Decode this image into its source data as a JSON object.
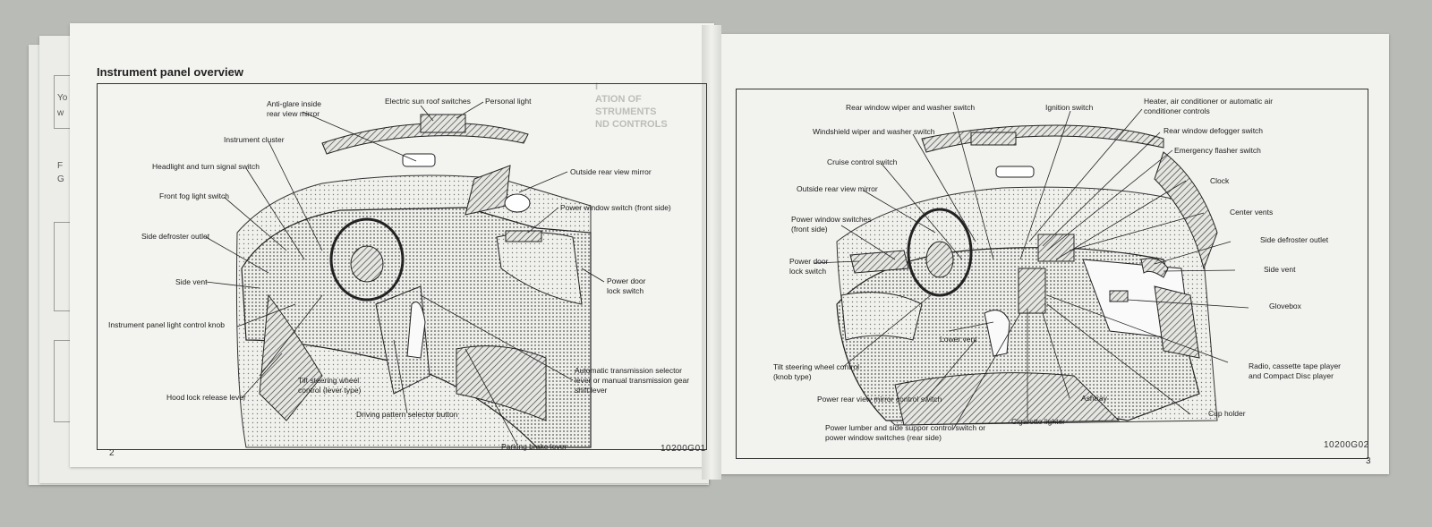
{
  "left_page": {
    "title": "Instrument panel overview",
    "page_number": "2",
    "figure_code": "10200G01",
    "labels": {
      "anti_glare": "Anti-glare inside rear view mirror",
      "sun_roof": "Electric sun roof switches",
      "personal_light": "Personal light",
      "instrument_cluster": "Instrument cluster",
      "headlight": "Headlight and turn signal switch",
      "front_fog": "Front fog light switch",
      "outside_mirror": "Outside rear view mirror",
      "power_window": "Power window switch (front side)",
      "side_defroster": "Side defroster outlet",
      "side_vent": "Side vent",
      "power_door": "Power door lock switch",
      "panel_light": "Instrument panel light control knob",
      "auto_trans": "Automatic transmission selector lever or manual transmission gear shift lever",
      "tilt_steering": "Tilt steering wheel control (lever type)",
      "hood_lock": "Hood lock release lever",
      "driving_pattern": "Driving pattern selector button",
      "parking_brake": "Parking brake lever"
    }
  },
  "right_page": {
    "page_number": "3",
    "figure_code": "10200G02",
    "labels": {
      "rear_wiper": "Rear window wiper and washer switch",
      "ignition": "Ignition switch",
      "heater": "Heater, air conditioner or automatic air conditioner controls",
      "windshield_wiper": "Windshield wiper and washer switch",
      "rear_defogger": "Rear window defogger switch",
      "emergency_flasher": "Emergency flasher switch",
      "cruise": "Cruise control switch",
      "clock": "Clock",
      "outside_mirror": "Outside rear view mirror",
      "center_vents": "Center vents",
      "power_windows": "Power window switches (front side)",
      "side_defroster": "Side defroster outlet",
      "power_door": "Power door lock switch",
      "side_vent": "Side vent",
      "glovebox": "Glovebox",
      "lower_vent": "Lower vent",
      "tilt_steering": "Tilt steering wheel control (knob type)",
      "radio": "Radio, cassette tape player and Compact Disc player",
      "mirror_control": "Power rear view mirror control switch",
      "ashtray": "Ashtray",
      "cup_holder": "Cup holder",
      "lumbar": "Power lumber and side suppor control switch or power window switches (rear side)",
      "cigarette": "Cigarette lighter"
    }
  },
  "edge_fragments": [
    "Yo",
    "w",
    "F",
    "G"
  ]
}
